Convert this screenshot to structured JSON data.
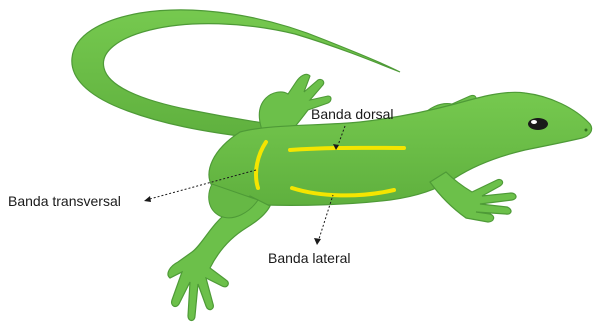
{
  "labels": {
    "dorsal": "Banda dorsal",
    "transversal": "Banda transversal",
    "lateral": "Banda lateral"
  },
  "colors": {
    "body": "#6cc04a",
    "body_dark": "#4e9a37",
    "band": "#f4e500",
    "eye": "#1a1a1a"
  }
}
